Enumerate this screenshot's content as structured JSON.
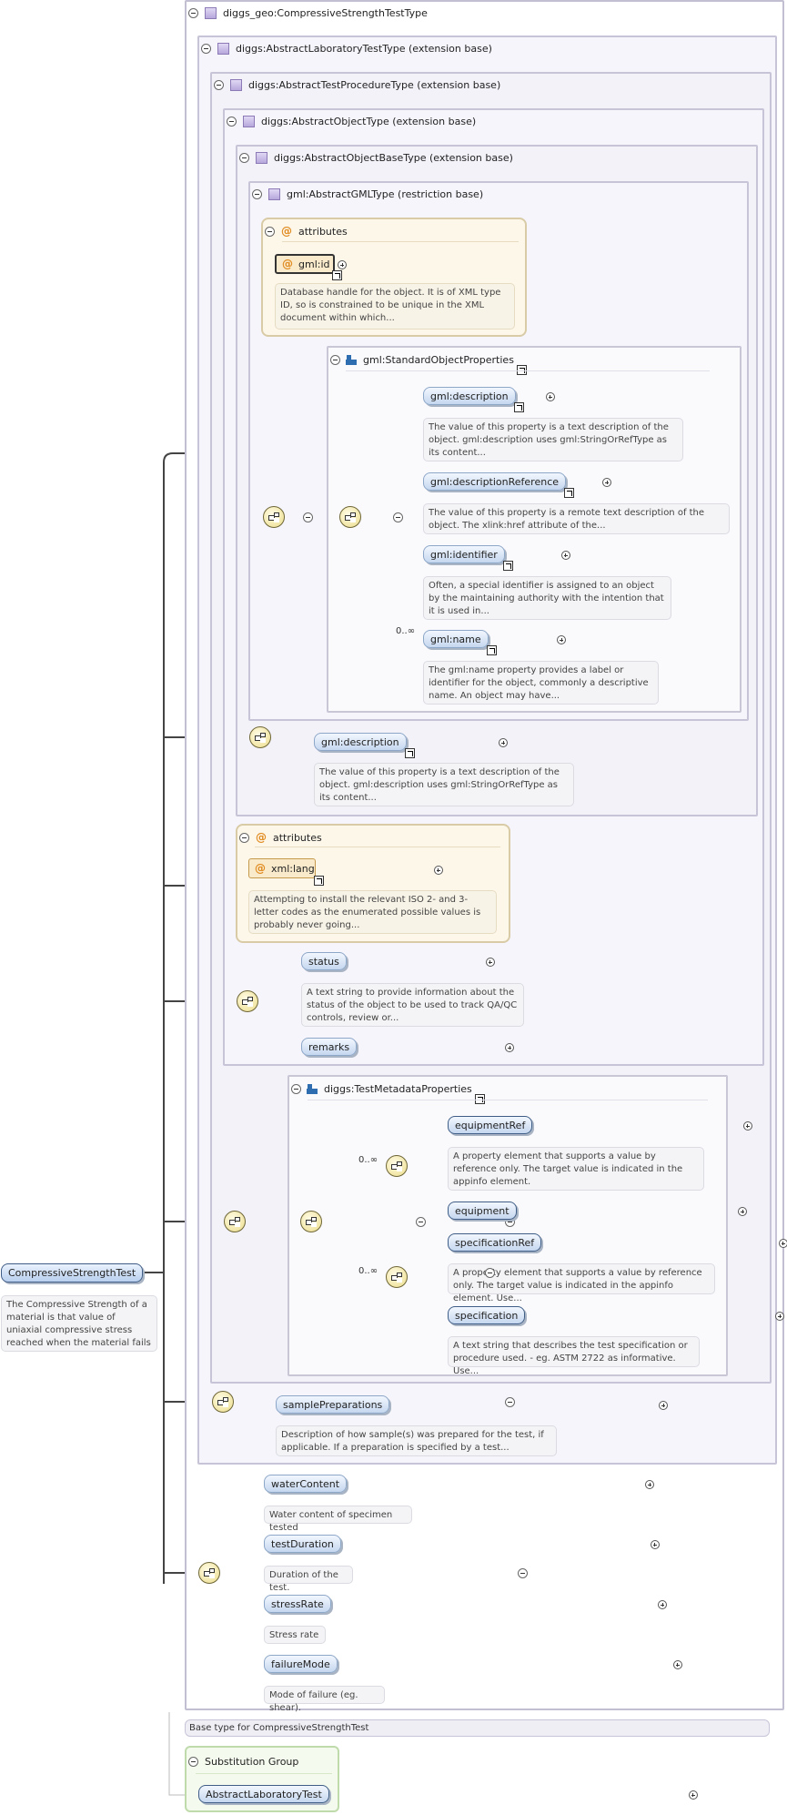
{
  "root": {
    "name": "CompressiveStrengthTest",
    "doc": "The Compressive Strength of a material is that value of uniaxial compressive stress reached when the material fails"
  },
  "types": {
    "compressive": "diggs_geo:CompressiveStrengthTestType",
    "lab": "diggs:AbstractLaboratoryTestType (extension base)",
    "procedure": "diggs:AbstractTestProcedureType (extension base)",
    "object": "diggs:AbstractObjectType (extension base)",
    "objectBase": "diggs:AbstractObjectBaseType (extension base)",
    "gml": "gml:AbstractGMLType (restriction base)"
  },
  "attributes1": {
    "label": "attributes",
    "chip": "gml:id",
    "doc": "Database handle for the object. It is of XML type ID, so is constrained to be unique in the XML document within which..."
  },
  "standardGroup": {
    "label": "gml:StandardObjectProperties",
    "items": [
      {
        "name": "gml:description",
        "doc": "The value of this property is a text description of the object. gml:description uses gml:StringOrRefType as its content..."
      },
      {
        "name": "gml:descriptionReference",
        "doc": "The value of this property is a remote text description of the object. The xlink:href attribute of the..."
      },
      {
        "name": "gml:identifier",
        "doc": "Often, a special identifier is assigned to an object by the maintaining authority with the intention that it is used in..."
      },
      {
        "name": "gml:name",
        "doc": "The gml:name property provides a label or identifier for the object, commonly a descriptive name. An object may have...",
        "occ": "0..∞"
      }
    ]
  },
  "gmlDescription": {
    "name": "gml:description",
    "doc": "The value of this property is a text description of the object. gml:description uses gml:StringOrRefType as its content..."
  },
  "attributes2": {
    "label": "attributes",
    "chip": "xml:lang",
    "doc": "Attempting to install the relevant ISO 2- and 3-letter codes as the enumerated possible values is probably never going..."
  },
  "statusBlock": {
    "status": "status",
    "statusDoc": "A text string to provide information about the status of the object to be used to track QA/QC controls, review or...",
    "remarks": "remarks"
  },
  "testMeta": {
    "label": "diggs:TestMetadataProperties",
    "occ1": "0..∞",
    "occ2": "0..∞",
    "equipmentRef": "equipmentRef",
    "equipmentRefDoc": "A property element that supports a value by reference only. The target value is indicated in the appinfo element.",
    "equipment": "equipment",
    "specificationRef": "specificationRef",
    "specificationRefDoc": "A property element that supports a value by reference only. The target value is indicated in the appinfo element. Use...",
    "specification": "specification",
    "specificationDoc": "A text string that describes the test specification or procedure used. - eg. ASTM 2722 as informative. Use..."
  },
  "samplePrep": {
    "name": "samplePreparations",
    "doc": "Description of how sample(s) was prepared for the test, if applicable. If a preparation is specified by a test..."
  },
  "finalSeq": [
    {
      "name": "waterContent",
      "doc": "Water content of specimen tested"
    },
    {
      "name": "testDuration",
      "doc": "Duration of the test."
    },
    {
      "name": "stressRate",
      "doc": "Stress rate"
    },
    {
      "name": "failureMode",
      "doc": "Mode of failure (eg. shear)."
    }
  ],
  "footer": "Base type for CompressiveStrengthTest",
  "substitution": {
    "label": "Substitution Group",
    "item": "AbstractLaboratoryTest"
  }
}
